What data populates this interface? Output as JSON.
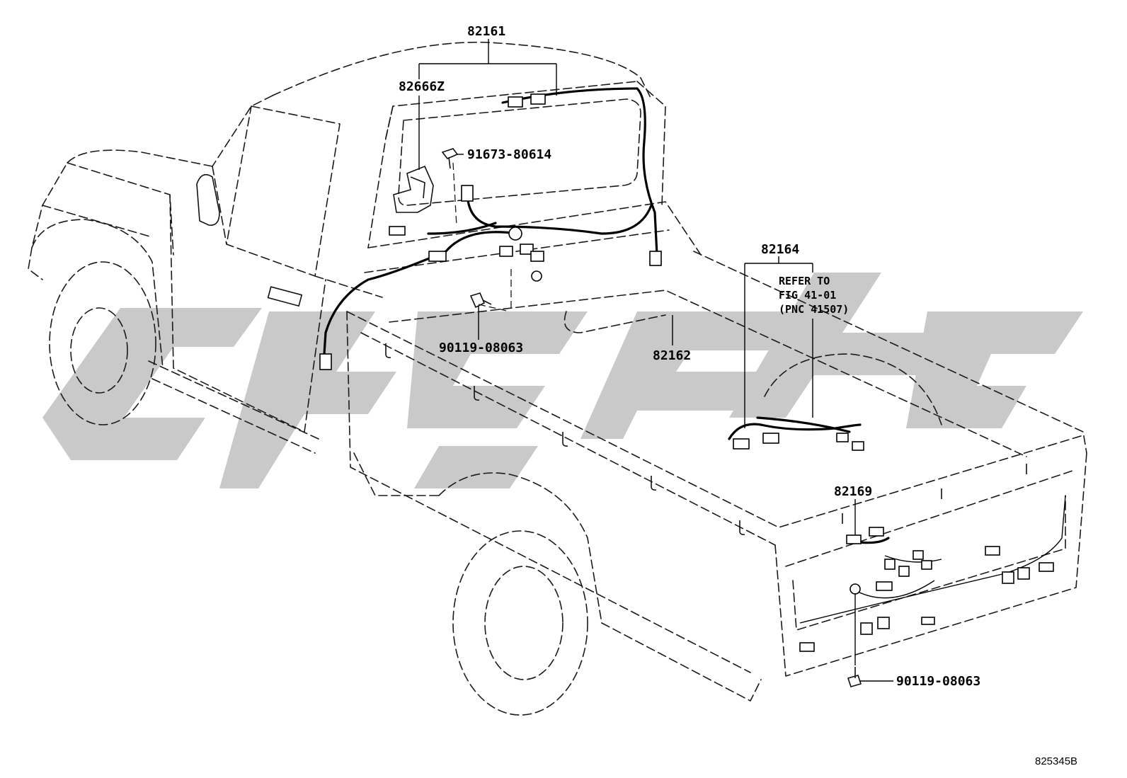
{
  "callouts": {
    "harness_roof": "82161",
    "bracket": "82666Z",
    "screw_upper": "91673-80614",
    "bolt_cab": "90119-08063",
    "harness_bed": "82162",
    "harness_bed_sub": "82164",
    "harness_rear": "82169",
    "bolt_rear": "90119-08063"
  },
  "note": {
    "line1": "REFER TO",
    "line2": "FIG 41-01",
    "line3": "(PNC 41507)"
  },
  "figure_id": "825345B",
  "watermark_color": "#c9c9c9"
}
